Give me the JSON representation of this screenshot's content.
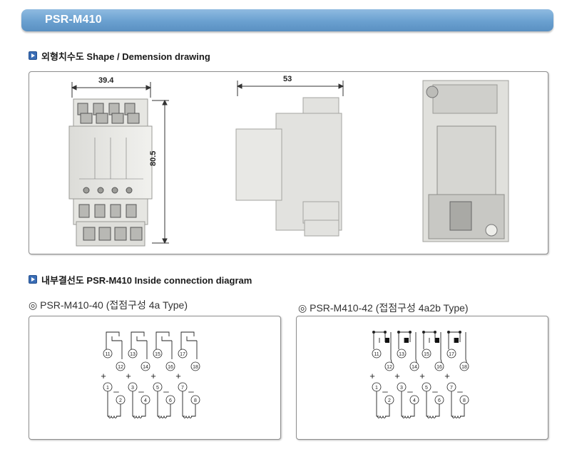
{
  "header": {
    "title": "PSR-M410"
  },
  "dimension_section": {
    "heading": "외형치수도 Shape / Demension drawing",
    "width_label": "39.4",
    "height_label": "80.5",
    "depth_label": "53"
  },
  "connection_section": {
    "heading": "내부결선도 PSR-M410 Inside connection diagram",
    "left_title": "◎ PSR-M410-40 (접점구성 4a Type)",
    "right_title": "◎ PSR-M410-42 (접점구성 4a2b Type)",
    "contact_top": [
      "11",
      "13",
      "15",
      "17"
    ],
    "contact_bottom": [
      "12",
      "14",
      "16",
      "18"
    ],
    "coil_top": [
      "1",
      "3",
      "5",
      "7"
    ],
    "coil_bottom": [
      "2",
      "4",
      "6",
      "8"
    ],
    "plus": "+",
    "minus": "_"
  }
}
